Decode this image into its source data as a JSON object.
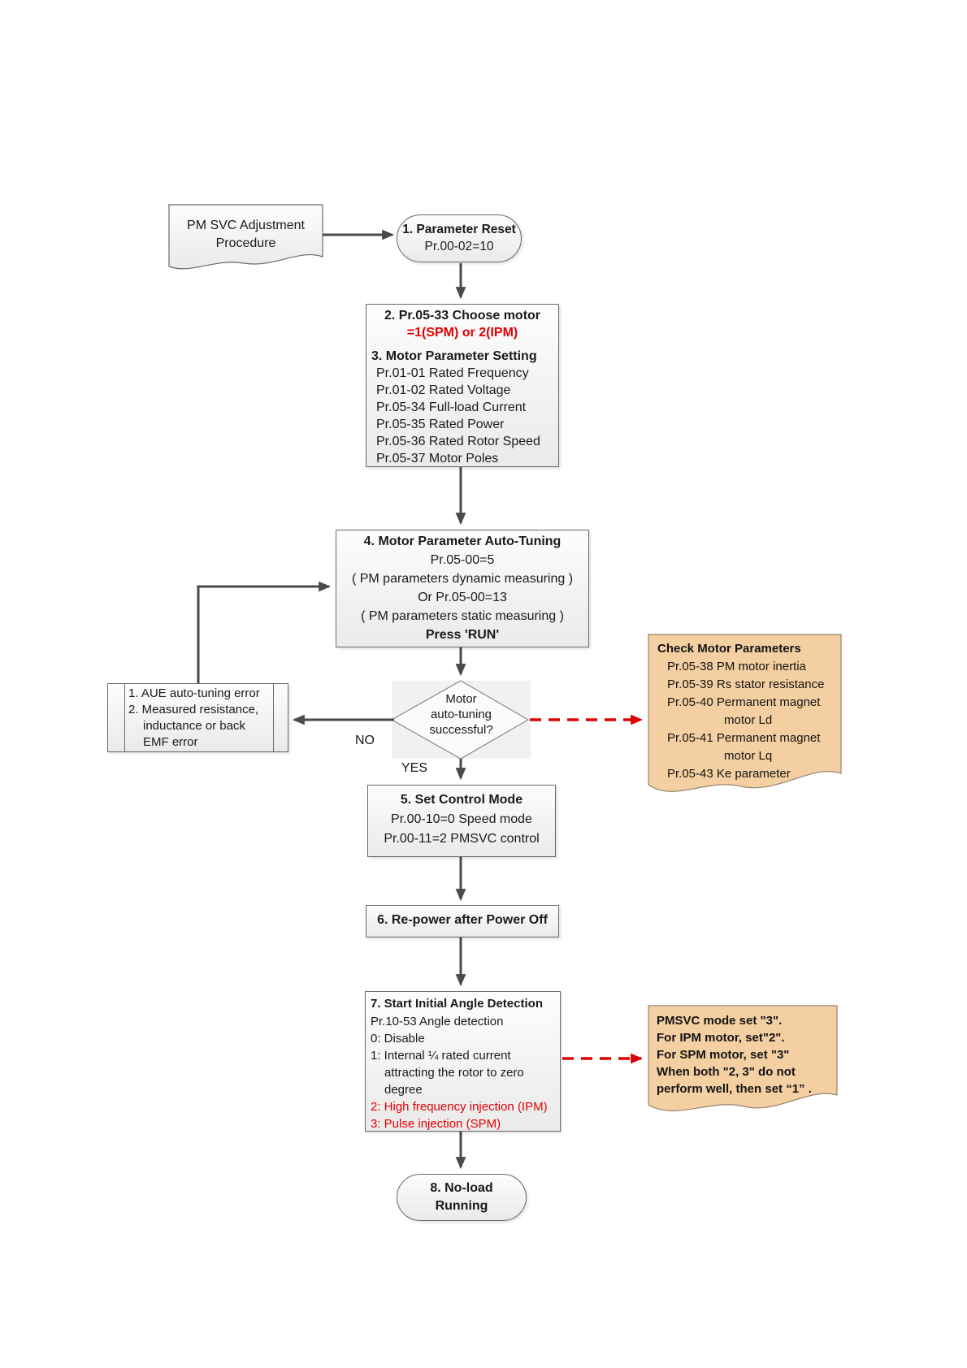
{
  "diagram": {
    "kind": "flowchart",
    "colors": {
      "red_text": "#e50000",
      "red_dash": "#dd0000",
      "line_dark": "#4a4a4a",
      "note_fill": "#f3cfa2",
      "box_border": "#6a6a6a"
    },
    "start_doc": {
      "line1": "PM SVC Adjustment",
      "line2": "Procedure"
    },
    "step1": {
      "title": "1. Parameter Reset",
      "sub": "Pr.00-02=10"
    },
    "step23": {
      "t2": "2. Pr.05-33 Choose motor",
      "hl": "=1(SPM) or 2(IPM)",
      "t3": "3. Motor Parameter Setting",
      "p0": "Pr.01-01 Rated Frequency",
      "p1": "Pr.01-02 Rated Voltage",
      "p2": "Pr.05-34 Full-load Current",
      "p3": "Pr.05-35 Rated Power",
      "p4": "Pr.05-36 Rated Rotor Speed",
      "p5": "Pr.05-37 Motor Poles"
    },
    "step4": {
      "title": "4. Motor Parameter Auto-Tuning",
      "l0": "Pr.05-00=5",
      "l1": "( PM parameters dynamic measuring )",
      "l2": "Or Pr.05-00=13",
      "l3": "( PM parameters static measuring )",
      "press": "Press 'RUN'"
    },
    "decision": {
      "l0": "Motor",
      "l1": "auto-tuning",
      "l2": "successful?",
      "no": "NO",
      "yes": "YES"
    },
    "error": {
      "l0": "1. AUE auto-tuning error",
      "l1": "2. Measured resistance,",
      "l2": "inductance or back",
      "l3": "EMF error"
    },
    "check": {
      "title": "Check Motor Parameters",
      "l0": "Pr.05-38 PM motor inertia",
      "l1": "Pr.05-39 Rs stator resistance",
      "l2": "Pr.05-40 Permanent magnet",
      "l3": "motor Ld",
      "l4": "Pr.05-41 Permanent magnet",
      "l5": "motor Lq",
      "l6": "Pr.05-43 Ke parameter"
    },
    "step5": {
      "title": "5. Set Control Mode",
      "l0": "Pr.00-10=0 Speed mode",
      "l1": "Pr.00-11=2 PMSVC control"
    },
    "step6": {
      "title": "6. Re-power after Power Off"
    },
    "step7": {
      "title": "7. Start Initial Angle Detection",
      "l0": "Pr.10-53 Angle detection",
      "l1": "0: Disable",
      "l2": "1: Internal ¼ rated current",
      "l3": "attracting the rotor to zero",
      "l4": "degree",
      "r0": "2: High frequency injection (IPM)",
      "r1": "3: Pulse injection (SPM)"
    },
    "pmsvc": {
      "l0": "PMSVC mode set \"3\".",
      "l1": "For IPM motor, set\"2\".",
      "l2": "For SPM motor, set \"3\"",
      "l3": "When both \"2, 3\" do not",
      "l4": "perform well, then set “1” ."
    },
    "step8": {
      "l0": "8. No-load",
      "l1": "Running"
    }
  }
}
